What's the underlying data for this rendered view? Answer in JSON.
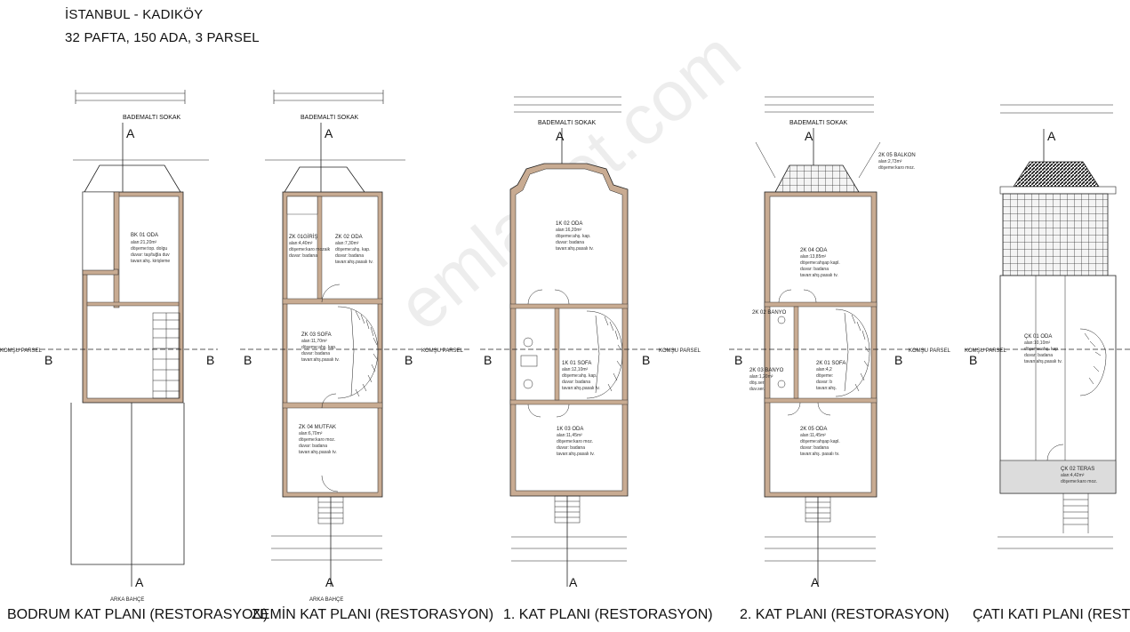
{
  "header": {
    "location": "İSTANBUL - KADIKÖY",
    "parcel": "32 PAFTA, 150 ADA, 3 PARSEL"
  },
  "watermark": "emlakjet.com",
  "labels": {
    "section_a": "A",
    "section_b": "B",
    "street": "BADEMALTI SOKAK",
    "rear": "ARKA BAHÇE",
    "neighbor": "KOMŞU PARSEL"
  },
  "plans": [
    {
      "title": "BODRUM  KAT PLANI (RESTORASYON)",
      "rooms": [
        {
          "code": "BK 01 ODA",
          "area": "alan:21,20m²",
          "notes": [
            "döşeme:top. dolgu",
            "duvar: taş/tuğla duv",
            "tavan:ahş. kirişleme"
          ]
        }
      ]
    },
    {
      "title": "ZEMİN  KAT PLANI (RESTORASYON)",
      "rooms": [
        {
          "code": "ZK 01GİRİŞ",
          "area": "alan:4,40m²",
          "notes": [
            "döşeme:karo mozaik",
            "duvar: badana"
          ]
        },
        {
          "code": "ZK 02 ODA",
          "area": "alan:7,30m²",
          "notes": [
            "döşeme:ahş. kap.",
            "duvar: badana",
            "tavan:ahş.pasalı tv."
          ]
        },
        {
          "code": "ZK 03 SOFA",
          "area": "alan:11,70m²",
          "notes": [
            "döşeme:ahş. kap.",
            "duvar: badana",
            "tavan:ahş.pasalı tv."
          ]
        },
        {
          "code": "ZK 04 MUTFAK",
          "area": "alan:6,70m²",
          "notes": [
            "döşeme:karo moz.",
            "duvar: badana",
            "tavan:ahş.pasalı tv."
          ]
        }
      ]
    },
    {
      "title": "1. KAT PLANI (RESTORASYON)",
      "rooms": [
        {
          "code": "1K 02 ODA",
          "area": "alan:16,20m²",
          "notes": [
            "döşeme:ahş. kap.",
            "duvar: badana",
            "tavan:ahş.pasalı tv."
          ]
        },
        {
          "code": "1K 01 SOFA",
          "area": "alan:12,10m²",
          "notes": [
            "döşeme:ahş. kap.",
            "duvar: badana",
            "tavan:ahş.pasalı tv."
          ]
        },
        {
          "code": "1K 03 ODA",
          "area": "alan:11,45m²",
          "notes": [
            "döşeme:karo moz.",
            "duvar: badana",
            "tavan:ahş.pasalı tv."
          ]
        }
      ]
    },
    {
      "title": "2. KAT PLANI (RESTORASYON)",
      "rooms": [
        {
          "code": "2K 05 BALKON",
          "area": "alan:2,73m²",
          "notes": [
            "döşeme:karo moz."
          ]
        },
        {
          "code": "2K 04 ODA",
          "area": "alan:13,85m²",
          "notes": [
            "döşeme:ahşap kapl.",
            "duvar: badana",
            "tavan:ahş.pasalı tv."
          ]
        },
        {
          "code": "2K 02 BANYO",
          "area": "",
          "notes": []
        },
        {
          "code": "2K 03 BANYO",
          "area": "alan:1,20m²",
          "notes": [
            "döş.ser.",
            "duv.ser."
          ]
        },
        {
          "code": "2K 01 SOFA",
          "area": "alan:4,2",
          "notes": [
            "döşeme:",
            "duvar: b",
            "tavan:ahş."
          ]
        },
        {
          "code": "2K 05 ODA",
          "area": "alan:11,45m²",
          "notes": [
            "döşeme:ahşap kapl.",
            "duvar: badana",
            "tavan:ahş. pasalı tv."
          ]
        }
      ]
    },
    {
      "title": "ÇATI KATI PLANI (RESTORA",
      "rooms": [
        {
          "code": "ÇK 01 ODA",
          "area": "alan:10,10m²",
          "notes": [
            "döşeme:ahş. kap.",
            "duvar: badana",
            "tavan:ahş.pasalı tv."
          ]
        },
        {
          "code": "ÇK 02 TERAS",
          "area": "alan:4,42m²",
          "notes": [
            "döşeme:karo moz."
          ]
        }
      ]
    }
  ],
  "colors": {
    "wall": "#c8ab92",
    "line": "#222222",
    "terrace": "#dcdcdc"
  }
}
